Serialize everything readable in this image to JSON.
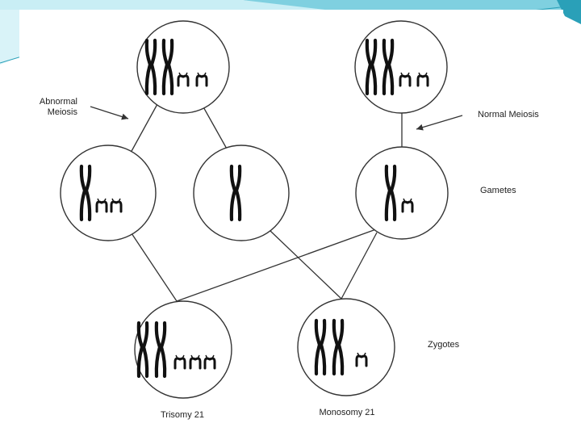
{
  "labels": {
    "abnormal_meiosis": "Abnormal\nMeiosis",
    "normal_meiosis": "Normal Meiosis",
    "gametes": "Gametes",
    "zygotes": "Zygotes",
    "trisomy": "Trisomy 21",
    "monosomy": "Monosomy 21"
  },
  "colors": {
    "accent_teal": "#7fd0e0",
    "accent_dark": "#2aa0b8",
    "line": "#333333",
    "chromosome": "#111111"
  },
  "cells": [
    {
      "id": "parent-left",
      "large_chromosomes": 2,
      "small_chromosomes": 2
    },
    {
      "id": "parent-right",
      "large_chromosomes": 2,
      "small_chromosomes": 2
    },
    {
      "id": "gamete-abnormal-disomic",
      "large_chromosomes": 1,
      "small_chromosomes": 2
    },
    {
      "id": "gamete-abnormal-nullisomic",
      "large_chromosomes": 1,
      "small_chromosomes": 0
    },
    {
      "id": "gamete-normal",
      "large_chromosomes": 1,
      "small_chromosomes": 1
    },
    {
      "id": "zygote-trisomy",
      "large_chromosomes": 2,
      "small_chromosomes": 3
    },
    {
      "id": "zygote-monosomy",
      "large_chromosomes": 2,
      "small_chromosomes": 1
    }
  ]
}
